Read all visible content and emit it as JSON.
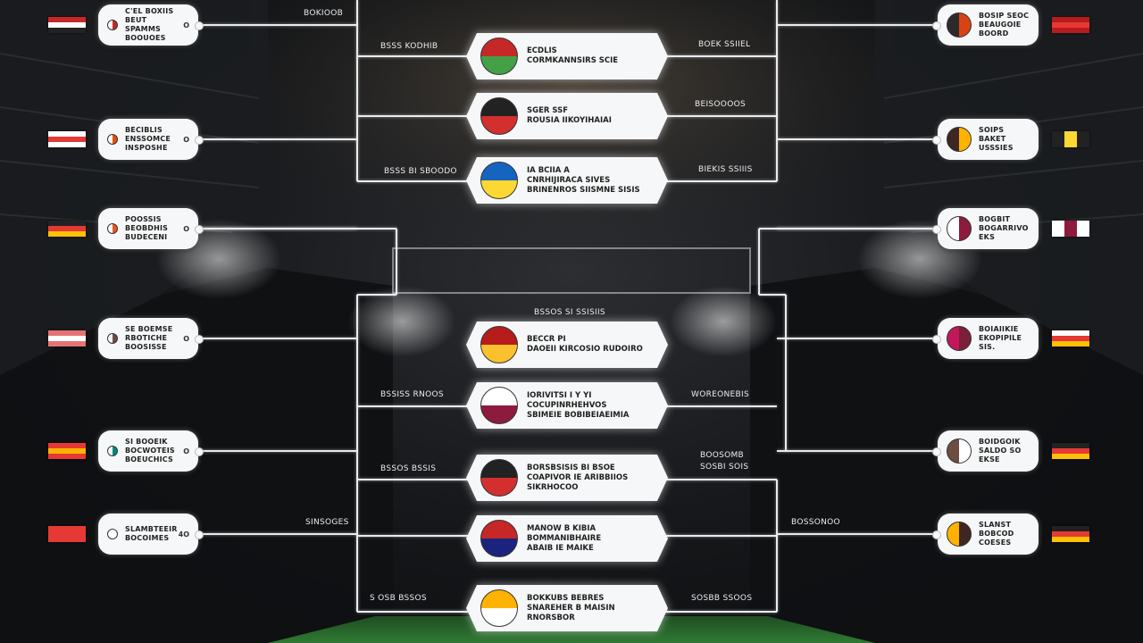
{
  "colors": {
    "line": "#e8ecef",
    "pill": "#f6f7f8",
    "text": "#222222"
  },
  "left_teams": [
    {
      "text": "C'EL BOXIIS\nBEUT SPAMMS\nBOOUOES",
      "seed": "O",
      "badge": [
        "#c62828",
        "#ffffff"
      ],
      "flag": {
        "dir": "h",
        "colors": [
          "#c62828",
          "#ffffff",
          "#222222"
        ]
      }
    },
    {
      "text": "BECIBLIS\nENSSOMCE\nINSPOSHE",
      "seed": "O",
      "badge": [
        "#e65100",
        "#ffffff"
      ],
      "flag": {
        "dir": "h",
        "colors": [
          "#ffffff",
          "#e53935",
          "#ffffff"
        ]
      }
    },
    {
      "text": "POOSSIS\nBEOBDHIS\nBUDECENI",
      "seed": "O",
      "badge": [
        "#f4511e",
        "#ffffff"
      ],
      "flag": {
        "dir": "h",
        "colors": [
          "#222222",
          "#e53935",
          "#ffc107"
        ]
      }
    },
    {
      "text": "SE BOEMSE\nRBOTICHE\nBOOSISSE",
      "seed": "O",
      "badge": [
        "#6d4c41",
        "#ffffff"
      ],
      "flag": {
        "dir": "h",
        "colors": [
          "#e57373",
          "#ffffff",
          "#e57373"
        ]
      }
    },
    {
      "text": "SI BOOEIK\nBOCWOTEIS\nBOEUCHICS",
      "seed": "O",
      "badge": [
        "#00897b",
        "#ffffff"
      ],
      "flag": {
        "dir": "h",
        "colors": [
          "#e53935",
          "#ffb300",
          "#e53935"
        ]
      }
    },
    {
      "text": "SLAMBTEEIR\nBOCOIMES",
      "seed": "4O",
      "badge": [
        "#ffffff",
        "#ffffff"
      ],
      "flag": {
        "dir": "h",
        "colors": [
          "#e53935",
          "#e53935",
          "#e53935"
        ]
      }
    }
  ],
  "right_teams": [
    {
      "text": "BOSIP SEOC\nBEAUGOIE\nBOORD",
      "badge": [
        "#d84315",
        "#2b2b2b"
      ],
      "flag": {
        "dir": "h",
        "colors": [
          "#b71c1c",
          "#e53935",
          "#b71c1c"
        ]
      }
    },
    {
      "text": "SOIPS\nBAKET\nUSSSIES",
      "badge": [
        "#ffb300",
        "#3e2723"
      ],
      "flag": {
        "dir": "v",
        "colors": [
          "#222222",
          "#fdd835",
          "#222222"
        ]
      }
    },
    {
      "text": "BOGBIT\nBOGARRIVO\nEKS",
      "badge": [
        "#8d1b3d",
        "#ffffff"
      ],
      "flag": {
        "dir": "v",
        "colors": [
          "#ffffff",
          "#8d1b3d",
          "#ffffff"
        ]
      }
    },
    {
      "text": "BOIAIIKIE\nEKOPIPILE\nSIS.",
      "badge": [
        "#7b1f3a",
        "#c2185b"
      ],
      "flag": {
        "dir": "h",
        "colors": [
          "#ffffff",
          "#e53935",
          "#ffc107"
        ]
      }
    },
    {
      "text": "BOIDGOIK\nSALDO SO\nEKSE",
      "badge": [
        "#ffffff",
        "#6d4c41"
      ],
      "flag": {
        "dir": "h",
        "colors": [
          "#222222",
          "#e53935",
          "#ffc107"
        ]
      }
    },
    {
      "text": "SLANST\nBOBCOD\nCOESES",
      "badge": [
        "#3e2723",
        "#ffb300"
      ],
      "flag": {
        "dir": "h",
        "colors": [
          "#222222",
          "#e53935",
          "#ffc107"
        ]
      }
    }
  ],
  "center_cards": [
    {
      "text": "ECDLIS\nCORMKANNSIRS SCIE",
      "badge": [
        "#c62828",
        "#43a047"
      ]
    },
    {
      "text": "SGER SSF\nROUSIA IIKOYIHAIAI",
      "badge": [
        "#222222",
        "#d32f2f"
      ]
    },
    {
      "text": "IA BCIIA A\nCNRHIJIRACA SIVES\nBRINENROS SIISMNE SISIS",
      "badge": [
        "#1565c0",
        "#fdd835"
      ]
    },
    {
      "text": "BECCR PI\nDAOEII KIRCOSIO RUDOIRO",
      "badge": [
        "#b71c1c",
        "#fbc02d"
      ]
    },
    {
      "text": "IORIVITSI I Y YI\nCOCUPINRHEHVOS\nSBIMEIE BOBIBEIAEIMIA",
      "badge": [
        "#ffffff",
        "#8d1b3d"
      ]
    },
    {
      "text": "BORSBSISIS BI BSOE\nCOAPIVOR IE ARIBBIIOS\nSIKRHOCOO",
      "badge": [
        "#222222",
        "#d32f2f"
      ]
    },
    {
      "text": "MANOW B KIBIA\nBOMMANIBHAIRE\nABAIB IE MAIKE",
      "badge": [
        "#c62828",
        "#1a237e"
      ]
    },
    {
      "text": "BOKKUBS BEBRES\nSNAREHER B MAISIN\nRNORSBOR",
      "badge": [
        "#ffb300",
        "#ffffff"
      ]
    }
  ],
  "labels": {
    "top_left": "BOKIOOB",
    "round_left_1": "BSSS KODHIB",
    "round_right_1": "BOEK SSIIEL",
    "round_right_2": "BEISOOOOS",
    "round_left_3": "BSSS BI SBOODO",
    "round_right_3": "BIEKIS SSIIIS",
    "center_title": "BSSOS SI SSISIIS",
    "round_left_4": "BSSISS RNOOS",
    "round_right_4": "WOREONEBIS",
    "round_left_5": "BSSOS BSSIS",
    "round_right_5a": "BOOSOMB",
    "round_right_5b": "SOSBI SOIS",
    "round_left_6": "SINSOGES",
    "round_right_6": "BOSSONOO",
    "bottom_left": "S OSB BSSOS",
    "bottom_right": "SOSBB SSOOS"
  }
}
